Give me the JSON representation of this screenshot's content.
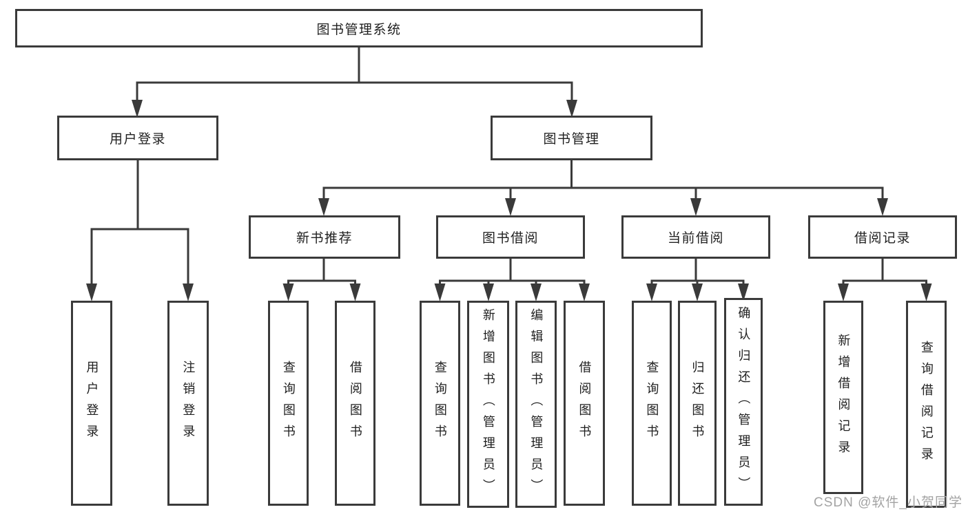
{
  "diagram": {
    "type": "tree",
    "orientation": "top-down"
  },
  "colors": {
    "background": "#ffffff",
    "line": "#3a3a3a",
    "text": "#1f1f1f",
    "watermark": "#a3a3a3"
  },
  "tree": {
    "label": "图书管理系统",
    "children": [
      {
        "label": "用户登录",
        "children": [
          {
            "label": "用户登录"
          },
          {
            "label": "注销登录"
          }
        ]
      },
      {
        "label": "图书管理",
        "children": [
          {
            "label": "新书推荐",
            "children": [
              {
                "label": "查询图书"
              },
              {
                "label": "借阅图书"
              }
            ]
          },
          {
            "label": "图书借阅",
            "children": [
              {
                "label": "查询图书"
              },
              {
                "label": "新增图书（管理员）"
              },
              {
                "label": "编辑图书（管理员）"
              },
              {
                "label": "借阅图书"
              }
            ]
          },
          {
            "label": "当前借阅",
            "children": [
              {
                "label": "查询图书"
              },
              {
                "label": "归还图书"
              },
              {
                "label": "确认归还（管理员）"
              }
            ]
          },
          {
            "label": "借阅记录",
            "children": [
              {
                "label": "新增借阅记录"
              },
              {
                "label": "查询借阅记录"
              }
            ]
          }
        ]
      }
    ]
  },
  "watermark": {
    "text": "CSDN @软件_小贺同学"
  }
}
